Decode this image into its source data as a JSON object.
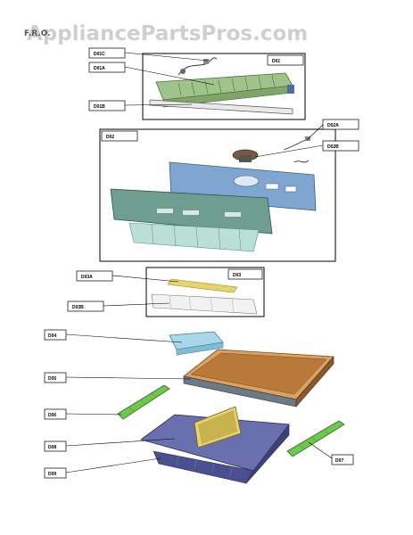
{
  "watermark": "AppliancePartsPros.com",
  "header_text": "F.R.O.",
  "labels": {
    "d01c": "D01C",
    "d01a": "D01A",
    "d01b": "D01B",
    "d01": "D01",
    "d02": "D02",
    "d02a": "D02A",
    "d02b": "D02B",
    "d03a": "D03A",
    "d03": "D03",
    "d03b": "D03B",
    "d04": "D04",
    "d05": "D05",
    "d06": "D06",
    "d08": "D08",
    "d09": "D09",
    "d07": "D07"
  },
  "colors": {
    "green_part": "#9fc38a",
    "blue_panel": "#7fa6d1",
    "teal_panel": "#6f9e90",
    "orange_shelf": "#c98a45",
    "navy_bin": "#4a4f8f",
    "light_blue_tray": "#a9d6e8",
    "bright_green": "#6fc84e",
    "yellow_strip": "#e8d36a"
  }
}
